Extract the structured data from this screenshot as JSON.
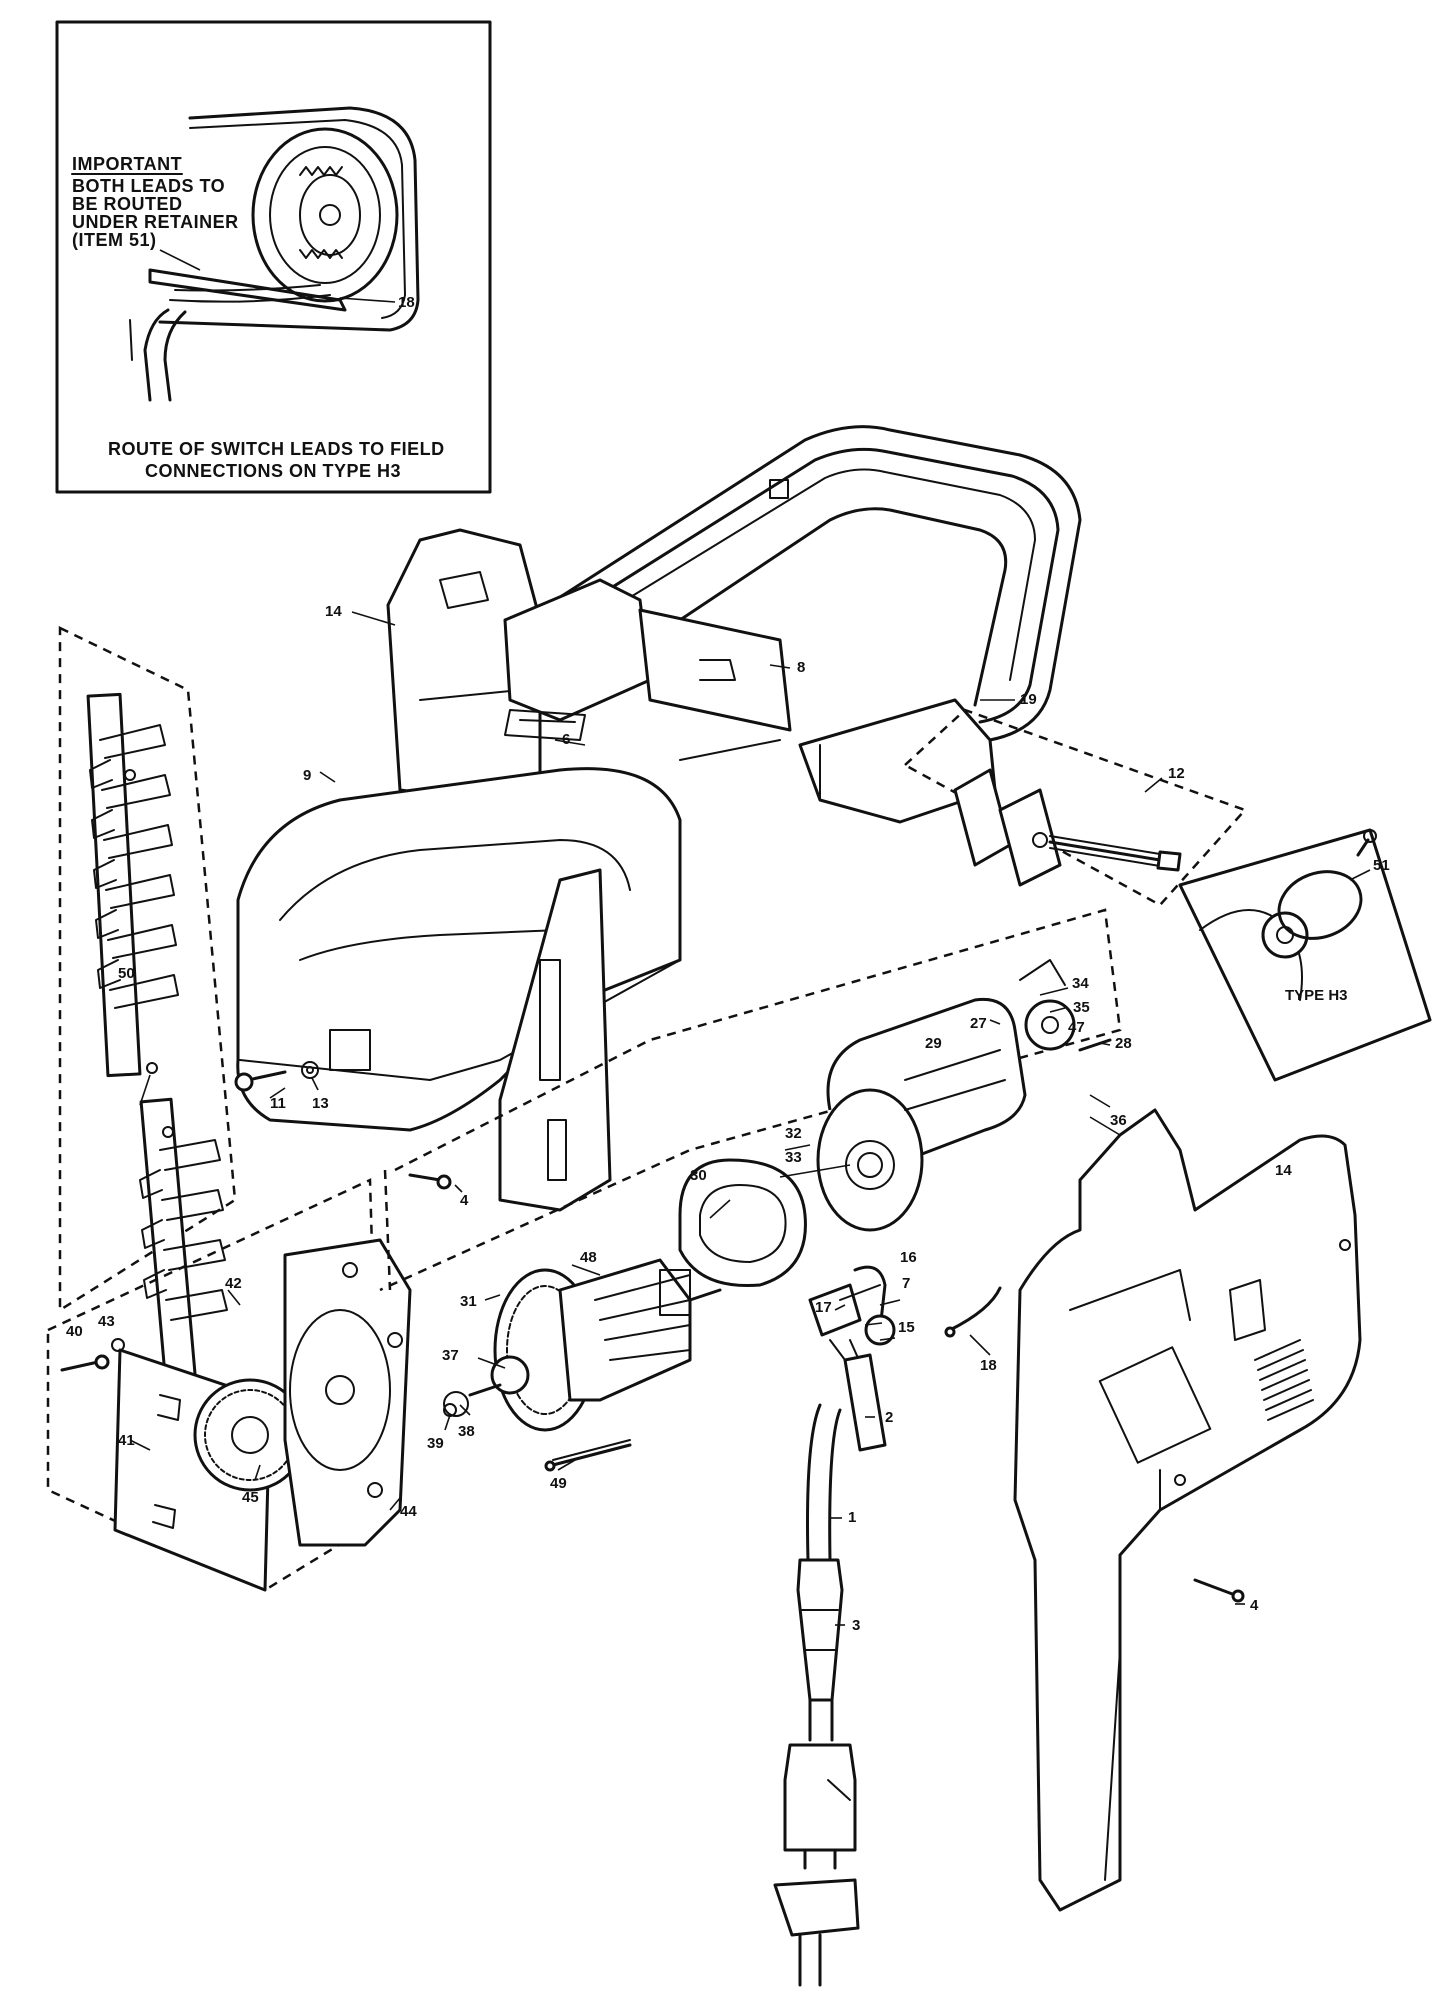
{
  "inset": {
    "important_heading": "IMPORTANT",
    "important_lines": [
      "BOTH LEADS TO",
      "BE ROUTED",
      "UNDER RETAINER",
      "(ITEM 51)"
    ],
    "item_label": "18",
    "caption_lines": [
      "ROUTE OF SWITCH LEADS TO FIELD",
      "CONNECTIONS ON TYPE H3"
    ]
  },
  "type_callout": "TYPE H3",
  "part_labels": {
    "p1": "1",
    "p2": "2",
    "p3": "3",
    "p4a": "4",
    "p4b": "4",
    "p6": "6",
    "p7": "7",
    "p8": "8",
    "p9": "9",
    "p11": "11",
    "p12": "12",
    "p13": "13",
    "p14a": "14",
    "p14b": "14",
    "p15": "15",
    "p16": "16",
    "p17": "17",
    "p18": "18",
    "p19": "19",
    "p27": "27",
    "p28": "28",
    "p29": "29",
    "p30": "30",
    "p31": "31",
    "p32": "32",
    "p33": "33",
    "p34": "34",
    "p35": "35",
    "p36": "36",
    "p37": "37",
    "p38": "38",
    "p39": "39",
    "p40": "40",
    "p41": "41",
    "p42": "42",
    "p43": "43",
    "p44": "44",
    "p45": "45",
    "p47": "47",
    "p48": "48",
    "p49": "49",
    "p50": "50",
    "p51": "51"
  }
}
